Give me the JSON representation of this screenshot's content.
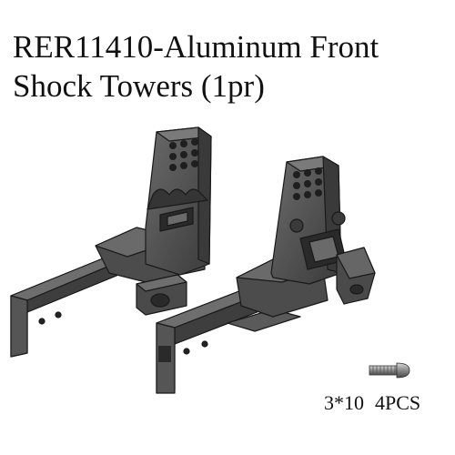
{
  "product": {
    "title_line1": "RER11410-Aluminum Front",
    "title_line2": "Shock Towers (1pr)"
  },
  "hardware": {
    "screw_size": "3*10",
    "quantity": "4PCS",
    "screw_icon": "button-head-screw-icon"
  },
  "illustration": {
    "left_part_icon": "left-shock-tower-icon",
    "right_part_icon": "right-shock-tower-icon",
    "fill_color": "#4a4a4a",
    "line_color": "#1a1a1a"
  }
}
